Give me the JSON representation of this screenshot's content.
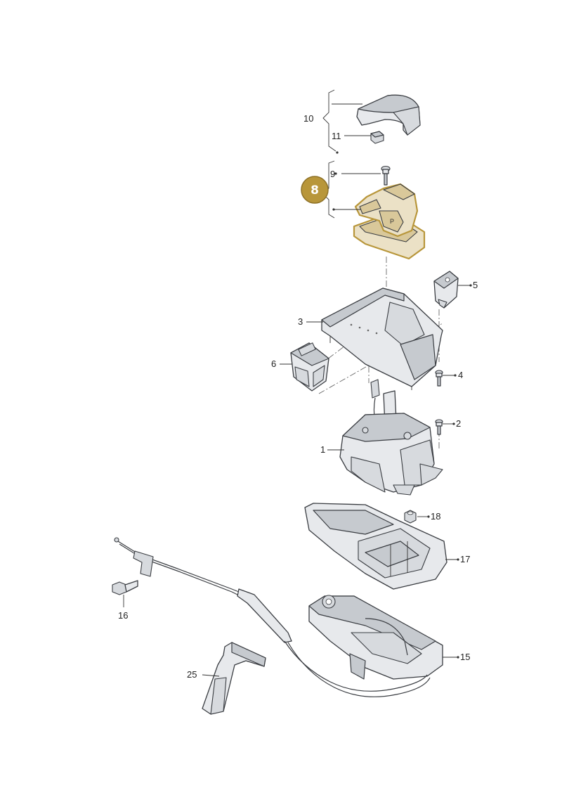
{
  "diagram": {
    "labels": {
      "l1": "1",
      "l2": "2",
      "l3": "3",
      "l4": "4",
      "l5": "5",
      "l6": "6",
      "l8": "8",
      "l9": "9",
      "l10": "10",
      "l11": "11",
      "l15": "15",
      "l16": "16",
      "l17": "17",
      "l18": "18",
      "l25": "25"
    },
    "highlight_part": "8",
    "colors": {
      "highlight_badge": "#b8963a",
      "highlight_fill": "#ebe1c6",
      "line": "#3a3d42",
      "part_fill": "#e7e9ec"
    }
  }
}
